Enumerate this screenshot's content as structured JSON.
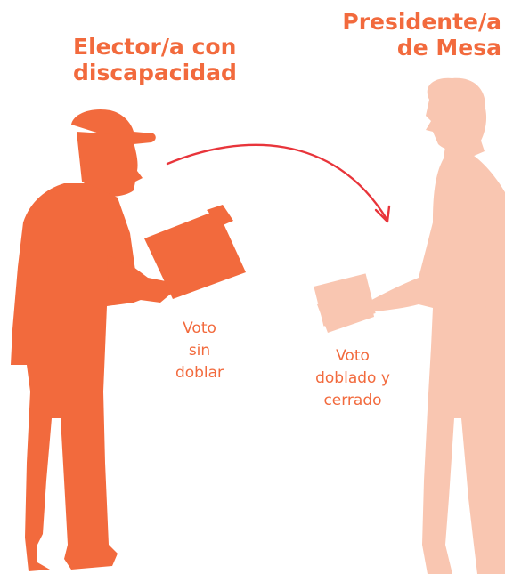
{
  "titles": {
    "elector": [
      "Elector/a con",
      "discapacidad"
    ],
    "presidente": [
      "Presidente/a",
      "de Mesa"
    ]
  },
  "labels": {
    "voto_sin_doblar": [
      "Voto",
      "sin",
      "doblar"
    ],
    "voto_doblado": [
      "Voto",
      "doblado y",
      "cerrado"
    ]
  },
  "colors": {
    "elector_figure": "#f26a3d",
    "presidente_figure": "#f9c6b1",
    "text": "#f26a3d",
    "arrow": "#e8353b"
  }
}
